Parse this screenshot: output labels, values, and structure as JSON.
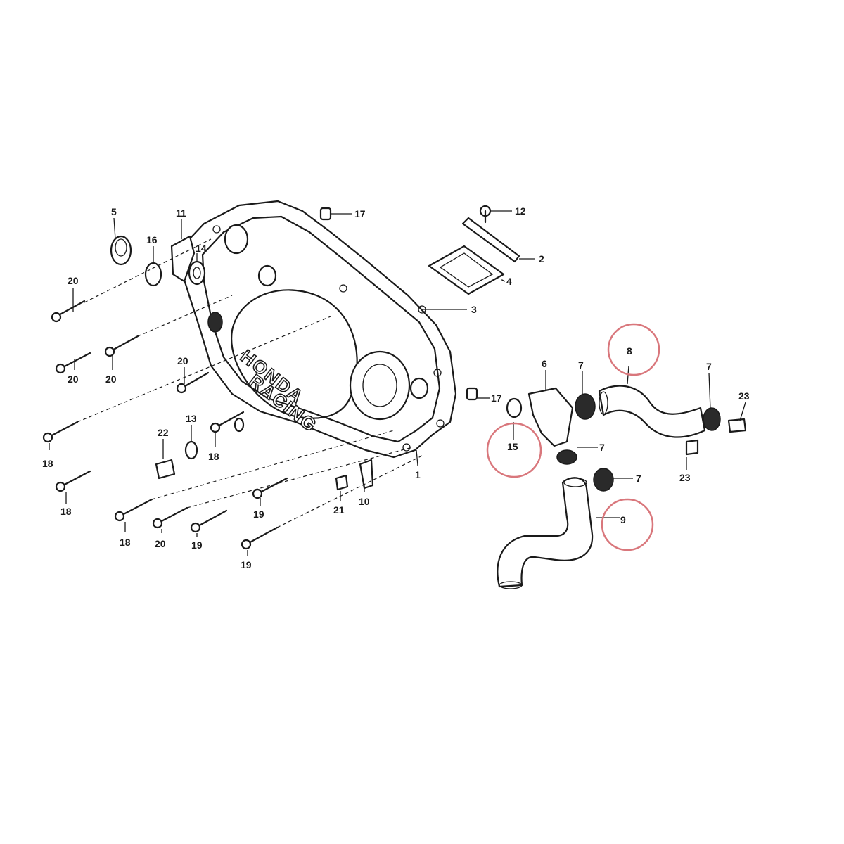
{
  "cover_branding": {
    "line1": "HONDA",
    "line2": "RACING"
  },
  "callouts": {
    "c1": "1",
    "c2": "2",
    "c3": "3",
    "c4": "4",
    "c5": "5",
    "c6": "6",
    "c7a": "7",
    "c7b": "7",
    "c7c": "7",
    "c7d": "7",
    "c8": "8",
    "c9": "9",
    "c10": "10",
    "c11": "11",
    "c12": "12",
    "c13": "13",
    "c14": "14",
    "c15": "15",
    "c16": "16",
    "c17a": "17",
    "c17b": "17",
    "c18a": "18",
    "c18b": "18",
    "c18c": "18",
    "c18d": "18",
    "c19a": "19",
    "c19b": "19",
    "c19c": "19",
    "c20a": "20",
    "c20b": "20",
    "c20c": "20",
    "c20d": "20",
    "c20e": "20",
    "c21": "21",
    "c22": "22",
    "c23a": "23",
    "c23b": "23"
  },
  "highlight_color": "#d9777c"
}
